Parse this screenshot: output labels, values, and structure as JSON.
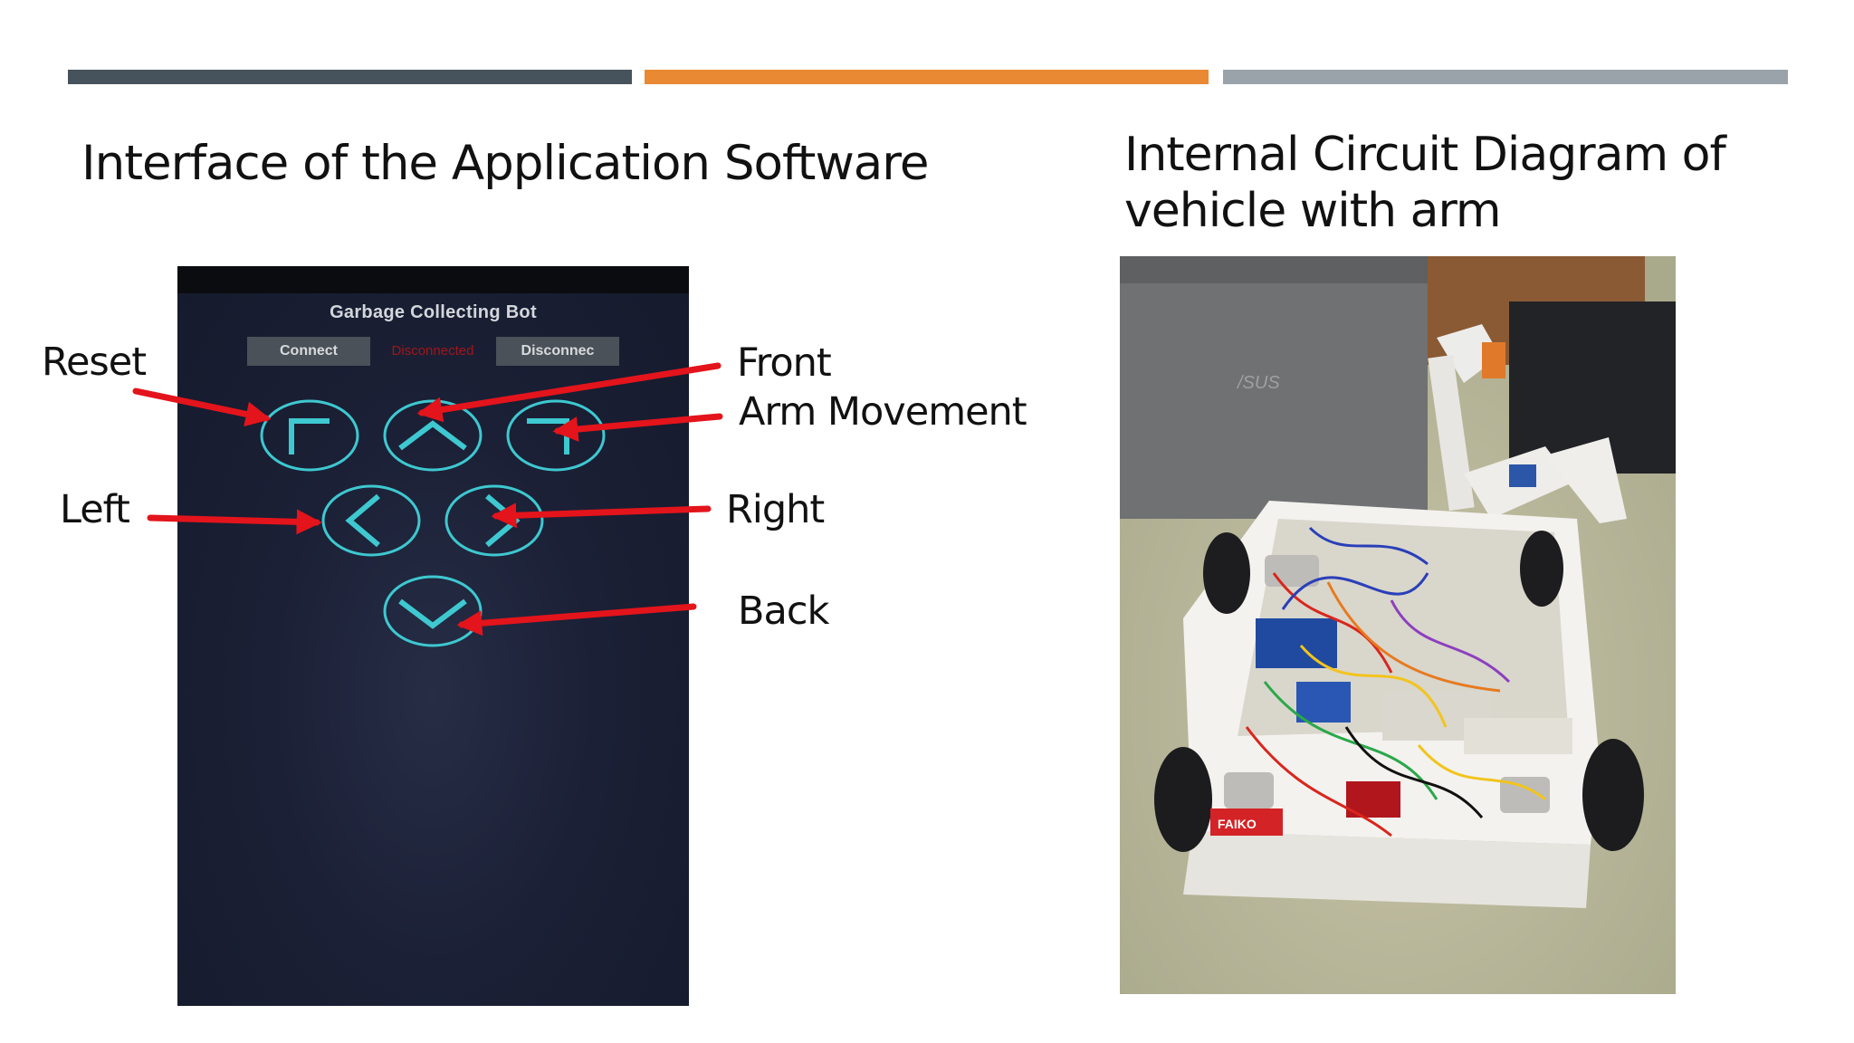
{
  "slide": {
    "title_left": "Interface of the Application Software",
    "title_right_line1": "Internal Circuit Diagram of",
    "title_right_line2": "vehicle with arm",
    "accent_colors": [
      "#47535c",
      "#ea8934",
      "#9aa3aa"
    ]
  },
  "app": {
    "title": "Garbage Collecting Bot",
    "connect_label": "Connect",
    "status_text": "Disconnected",
    "disconnect_label": "Disconnec",
    "status_color": "#a0161a",
    "control_color": "#3ec8d0",
    "controls": [
      {
        "name": "reset",
        "icon": "reset-corner-icon"
      },
      {
        "name": "front",
        "icon": "chevron-up-icon"
      },
      {
        "name": "arm-movement",
        "icon": "arm-corner-icon"
      },
      {
        "name": "left",
        "icon": "chevron-left-icon"
      },
      {
        "name": "right",
        "icon": "chevron-right-icon"
      },
      {
        "name": "back",
        "icon": "chevron-down-icon"
      }
    ]
  },
  "annotations": {
    "reset": "Reset",
    "front": "Front",
    "arm_movement": "Arm Movement",
    "left": "Left",
    "right": "Right",
    "back": "Back",
    "arrow_color": "#e3141b"
  },
  "photo": {
    "logo_text": "/SUS",
    "battery_label": "FAIKO"
  }
}
